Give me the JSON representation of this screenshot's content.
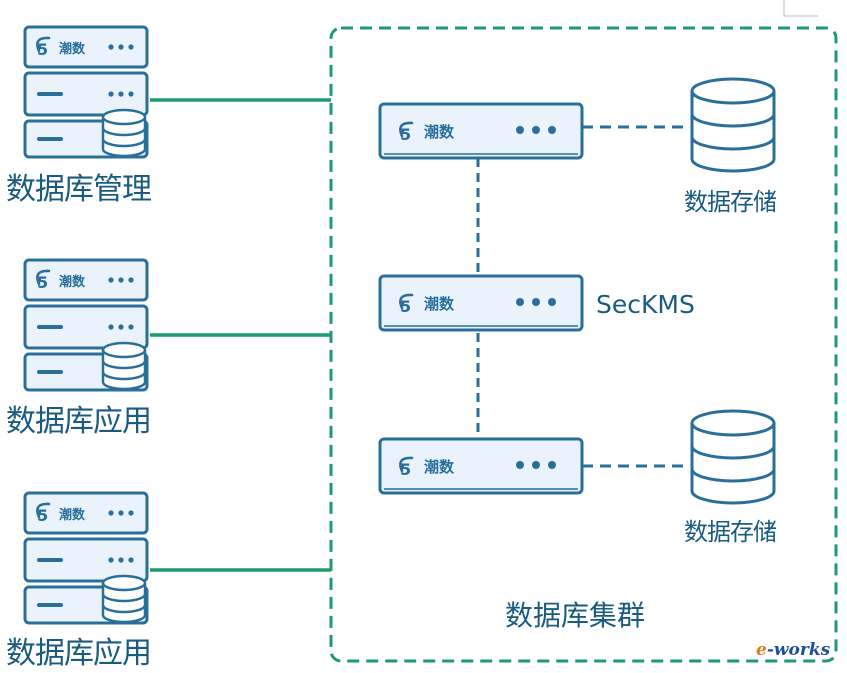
{
  "colors": {
    "primary_blue": "#2a6f9a",
    "light_blue_fill": "#eaf3fb",
    "connector_green": "#1f9b6b",
    "cluster_border_green": "#1f9b6b",
    "dashed_blue": "#2a6f9a",
    "text_blue": "#1a5b80"
  },
  "logo_text": "潮数",
  "clients": [
    {
      "label": "数据库管理",
      "icon": "server-database-icon"
    },
    {
      "label": "数据库应用",
      "icon": "server-database-icon"
    },
    {
      "label": "数据库应用",
      "icon": "server-database-icon"
    }
  ],
  "cluster": {
    "label": "数据库集群",
    "nodes": [
      {
        "icon": "server-node-icon",
        "label": ""
      },
      {
        "icon": "server-node-icon",
        "label": "SecKMS"
      },
      {
        "icon": "server-node-icon",
        "label": ""
      }
    ],
    "storages": [
      {
        "label": "数据存储",
        "icon": "database-cylinder-icon"
      },
      {
        "label": "数据存储",
        "icon": "database-cylinder-icon"
      }
    ]
  },
  "watermark": {
    "lead": "e",
    "rest": "-works"
  }
}
